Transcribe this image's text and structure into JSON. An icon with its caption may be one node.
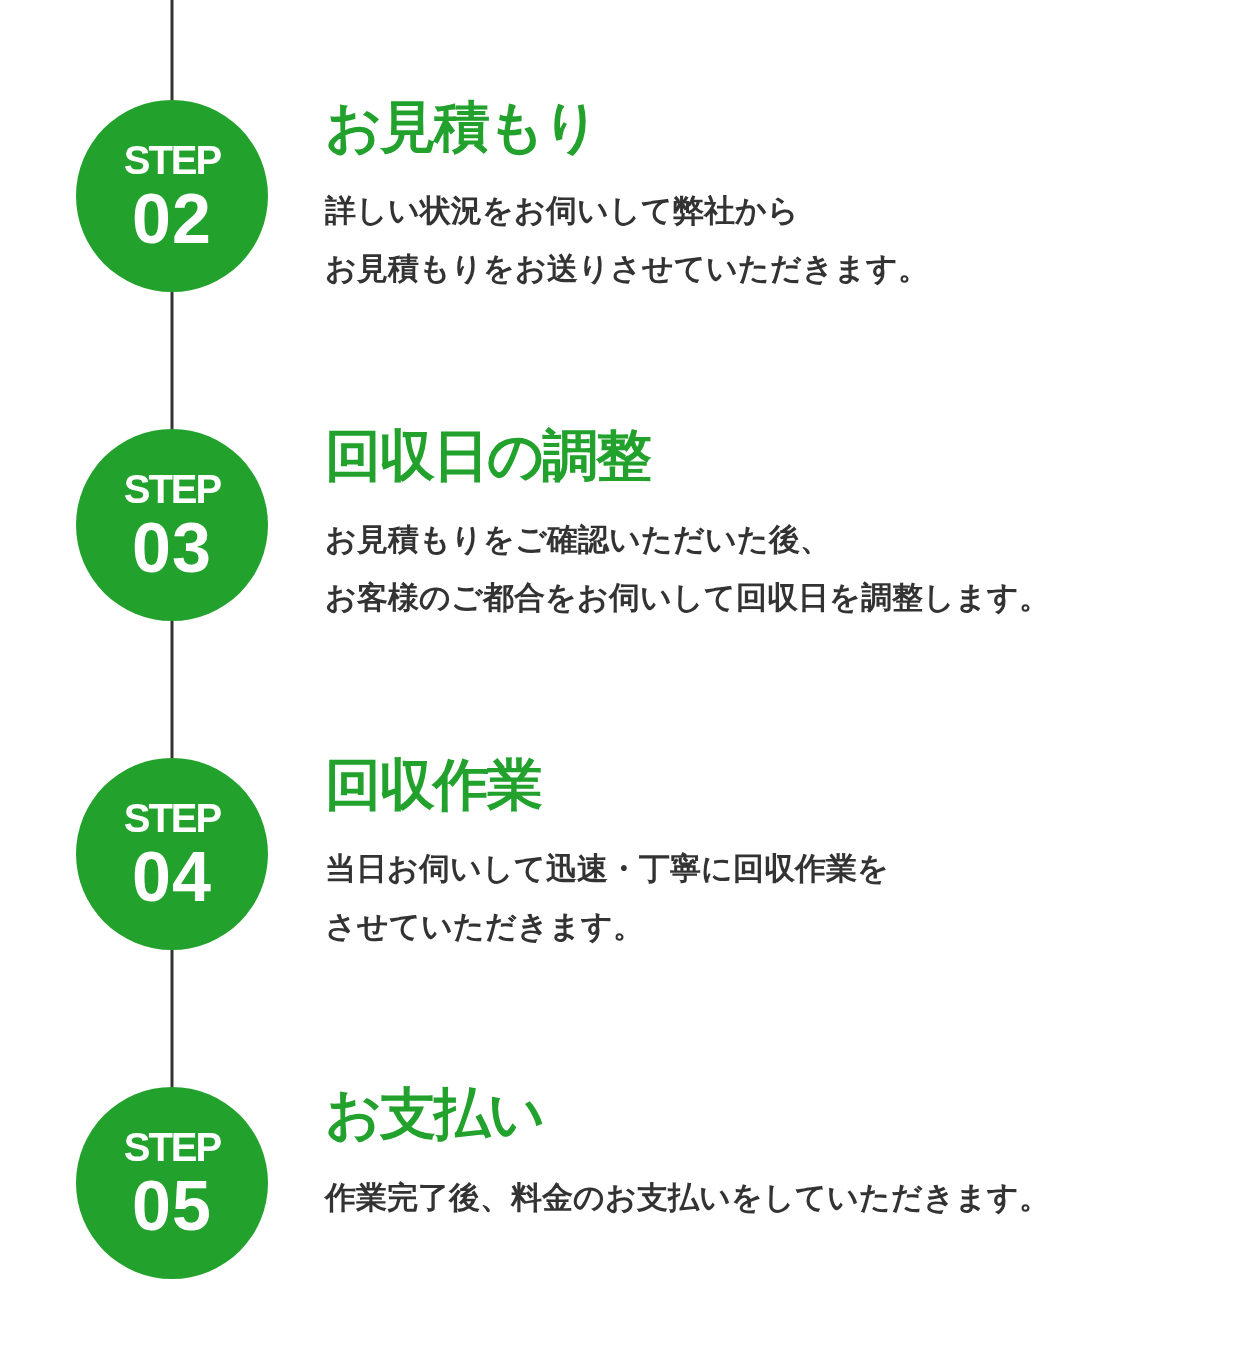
{
  "diagram": {
    "nodes": [
      {
        "text": [
          "STEP",
          "02"
        ],
        "beside": [
          "お見積もり",
          "詳しい状況をお伺いして弊社からお見積もりをお送りさせていただきます。"
        ]
      },
      {
        "text": [
          "STEP",
          "03"
        ],
        "beside": [
          "回収日の調整",
          "お見積もりをご確認いただいた後、お客様のご都合をお伺いして回収日を調整します。"
        ]
      },
      {
        "text": [
          "STEP",
          "04"
        ],
        "beside": [
          "回収作業",
          "当日お伺いして迅速・丁寧に回収作業をさせていただきます。"
        ]
      },
      {
        "text": [
          "STEP",
          "05"
        ],
        "beside": [
          "お支払い",
          "作業完了後、料金のお支払いをしていただきます。"
        ]
      }
    ],
    "edges": [
      {
        "from": null,
        "to": 0,
        "arrow": "none"
      },
      {
        "from": 0,
        "to": 1,
        "arrow": "none"
      },
      {
        "from": 1,
        "to": 2,
        "arrow": "none"
      },
      {
        "from": 2,
        "to": 3,
        "arrow": "none"
      }
    ]
  }
}
